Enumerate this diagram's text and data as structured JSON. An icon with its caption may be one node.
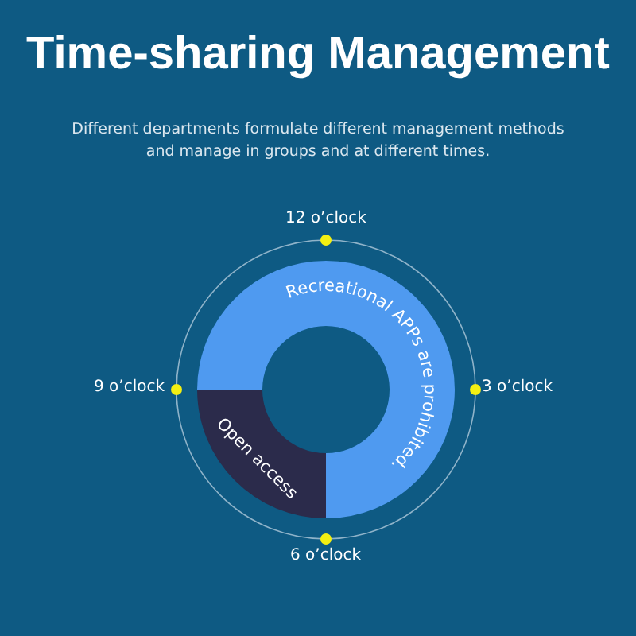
{
  "diagram": {
    "title": "Time-sharing Management",
    "nodes": [
      {
        "text": [
          "Recreational APPs are prohibited."
        ]
      },
      {
        "text": [
          "Open access"
        ]
      }
    ],
    "labels": [
      "Different departments formulate different management methods and manage in groups and at different times.",
      "12 o’clock",
      "9 o’clock",
      "3 o’clock",
      "6 o’clock"
    ]
  }
}
